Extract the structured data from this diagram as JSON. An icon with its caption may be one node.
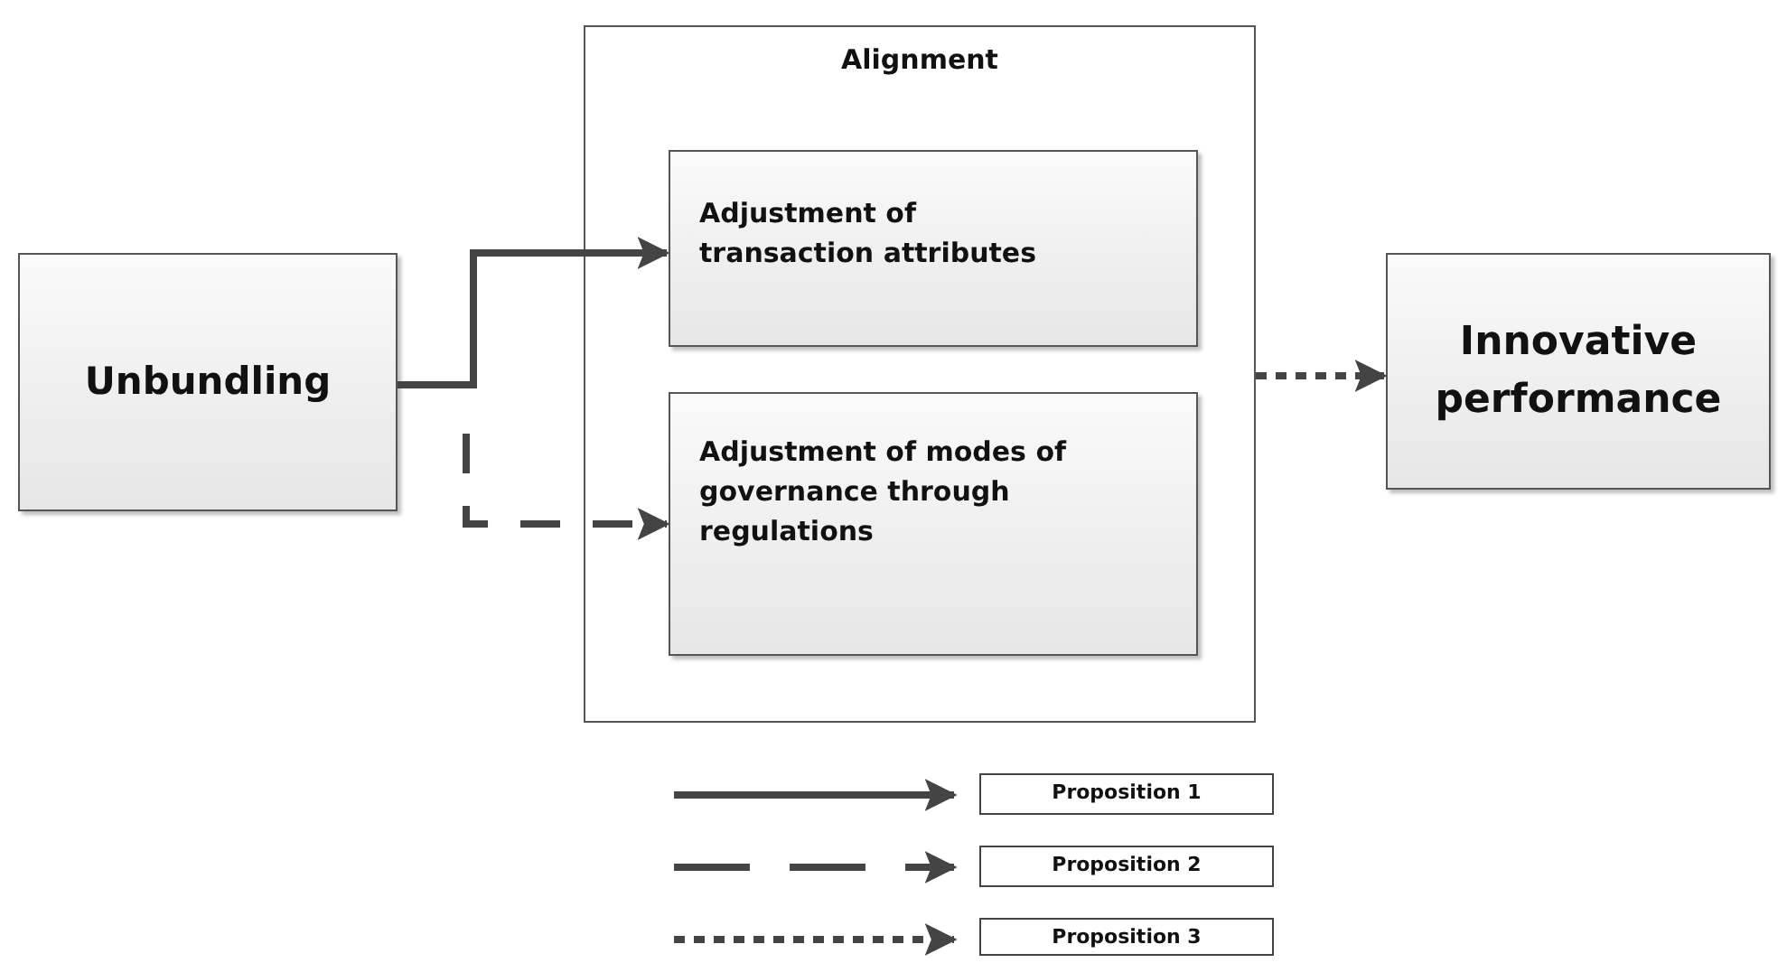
{
  "diagram": {
    "nodes": [
      {
        "text": [
          "Unbundling"
        ]
      },
      {
        "text": [
          "Alignment"
        ]
      },
      {
        "text": [
          "Adjustment of transaction attributes"
        ],
        "in": 1
      },
      {
        "text": [
          "Adjustment of modes of governance through regulations"
        ],
        "in": 1
      },
      {
        "text": [
          "Innovative performance"
        ]
      }
    ],
    "edges": [
      {
        "from": 0,
        "to": 2,
        "arrow": "to"
      },
      {
        "from": 0,
        "to": 3,
        "arrow": "to",
        "style": "dashed"
      },
      {
        "from": 1,
        "to": 4,
        "arrow": "to",
        "style": "dashed"
      }
    ],
    "legend": [
      {
        "text": "Proposition 1"
      },
      {
        "text": "Proposition 2"
      },
      {
        "text": "Proposition 3"
      }
    ]
  }
}
